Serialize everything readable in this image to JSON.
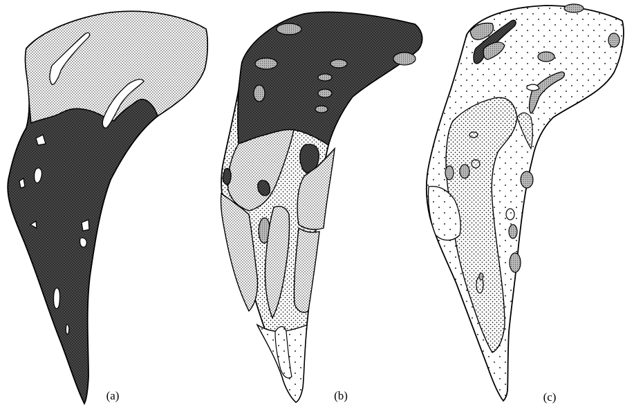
{
  "figure": {
    "panels": [
      {
        "id": "a",
        "label": "(a)"
      },
      {
        "id": "b",
        "label": "(b)"
      },
      {
        "id": "c",
        "label": "(c)"
      }
    ]
  },
  "colors": {
    "outline": "#000000",
    "dark_fill": "#3a3a3a",
    "medium_fill": "#9a9a9a",
    "light_fill": "#d0d0d0",
    "paper": "#ffffff"
  }
}
